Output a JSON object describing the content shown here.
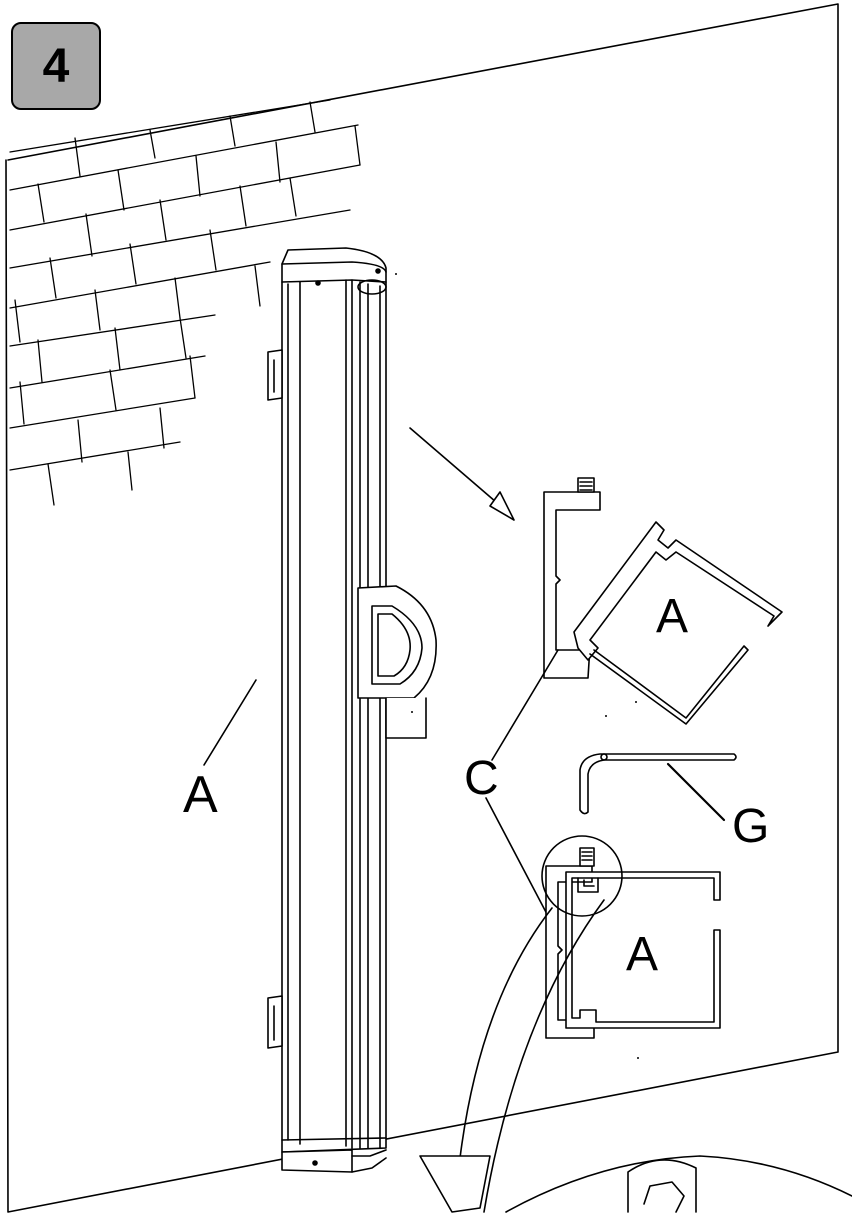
{
  "step": {
    "number": "4"
  },
  "labels": {
    "part_a_main": "A",
    "part_a_top_detail": "A",
    "part_a_bottom_detail": "A",
    "part_c": "C",
    "part_g": "G"
  },
  "colors": {
    "line": "#000000",
    "badge_fill": "#a8a8a8",
    "background": "#ffffff"
  },
  "icons": {
    "step_badge": "numbered-step-box",
    "hex_key": "allen-key-icon"
  }
}
